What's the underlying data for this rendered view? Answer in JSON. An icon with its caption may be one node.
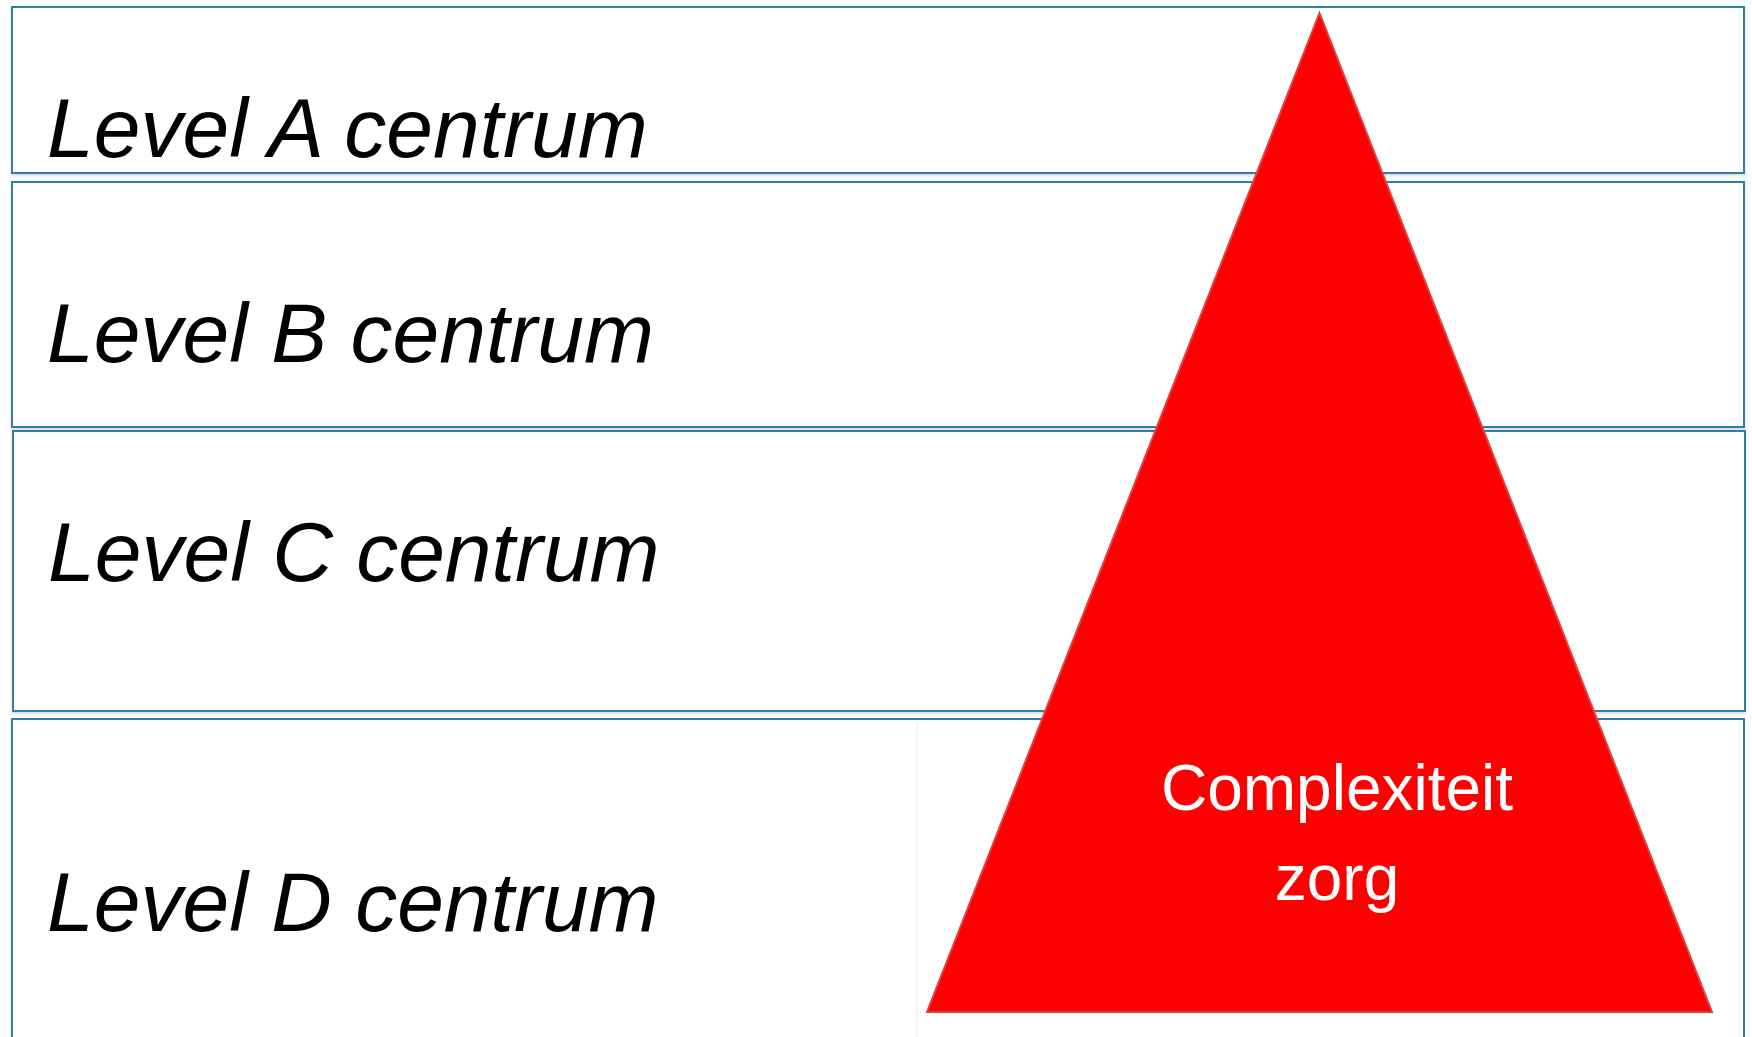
{
  "diagram": {
    "nodes": [
      {
        "text": [
          "Level A centrum"
        ]
      },
      {
        "text": [
          "Level B centrum"
        ]
      },
      {
        "text": [
          "Level C centrum"
        ]
      },
      {
        "text": [
          "Level D centrum"
        ]
      },
      {
        "text": [
          "Complexiteit zorg"
        ]
      }
    ]
  }
}
